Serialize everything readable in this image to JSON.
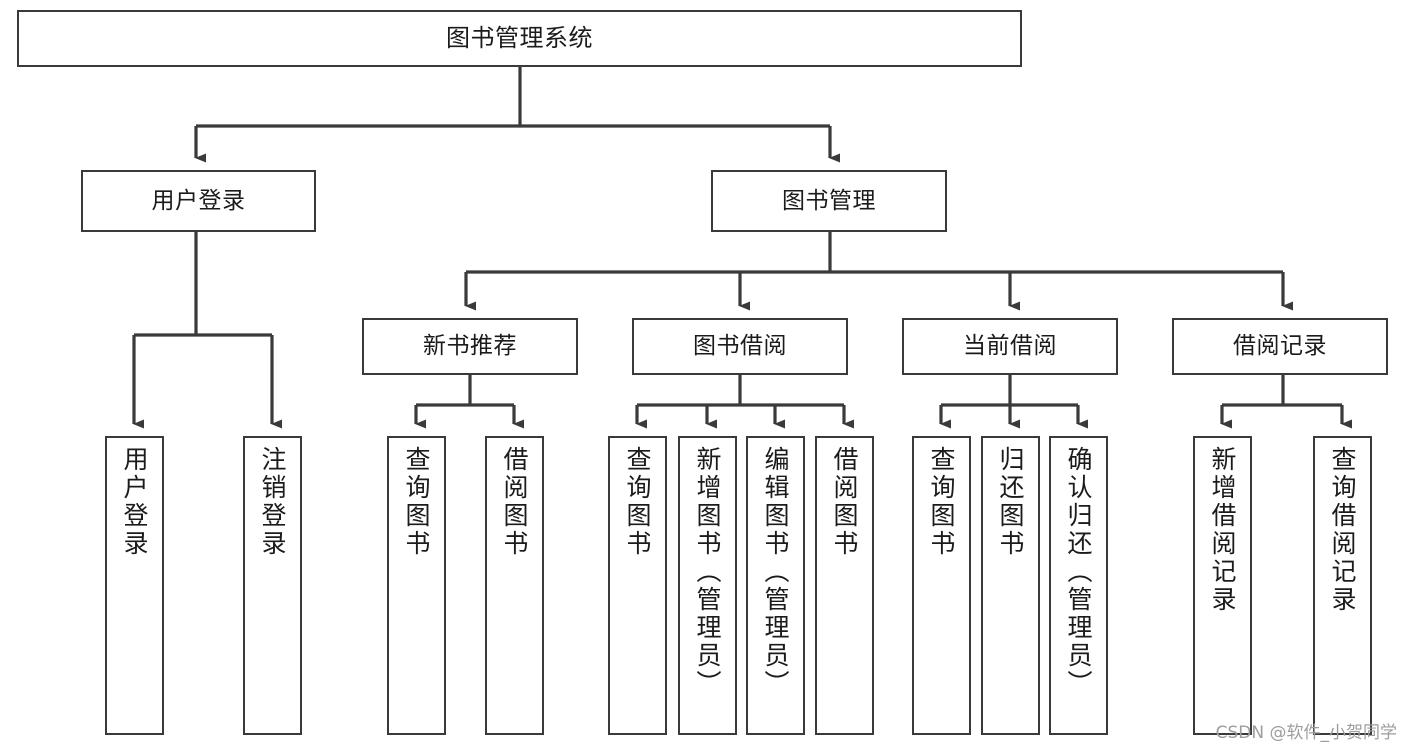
{
  "diagram": {
    "title": "图书管理系统",
    "type": "tree-hierarchy-chart",
    "line_color": "#3a3a3a",
    "box_fill": "#ffffff",
    "text_color": "#1b1b1b"
  },
  "nodes": {
    "root": {
      "label": "图书管理系统"
    },
    "level2": [
      {
        "label": "用户登录"
      },
      {
        "label": "图书管理"
      }
    ],
    "level3": [
      {
        "label": "新书推荐"
      },
      {
        "label": "图书借阅"
      },
      {
        "label": "当前借阅"
      },
      {
        "label": "借阅记录"
      }
    ],
    "leaves_user_login": [
      {
        "label": "用户登录"
      },
      {
        "label": "注销登录"
      }
    ],
    "leaves_new_book": [
      {
        "label": "查询图书"
      },
      {
        "label": "借阅图书"
      }
    ],
    "leaves_borrow": [
      {
        "label": "查询图书"
      },
      {
        "label": "新增图书（管理员）"
      },
      {
        "label": "编辑图书（管理员）"
      },
      {
        "label": "借阅图书"
      }
    ],
    "leaves_current": [
      {
        "label": "查询图书"
      },
      {
        "label": "归还图书"
      },
      {
        "label": "确认归还（管理员）"
      }
    ],
    "leaves_record": [
      {
        "label": "新增借阅记录"
      },
      {
        "label": "查询借阅记录"
      }
    ]
  },
  "watermark": {
    "text": "CSDN @软件_小贺同学"
  }
}
